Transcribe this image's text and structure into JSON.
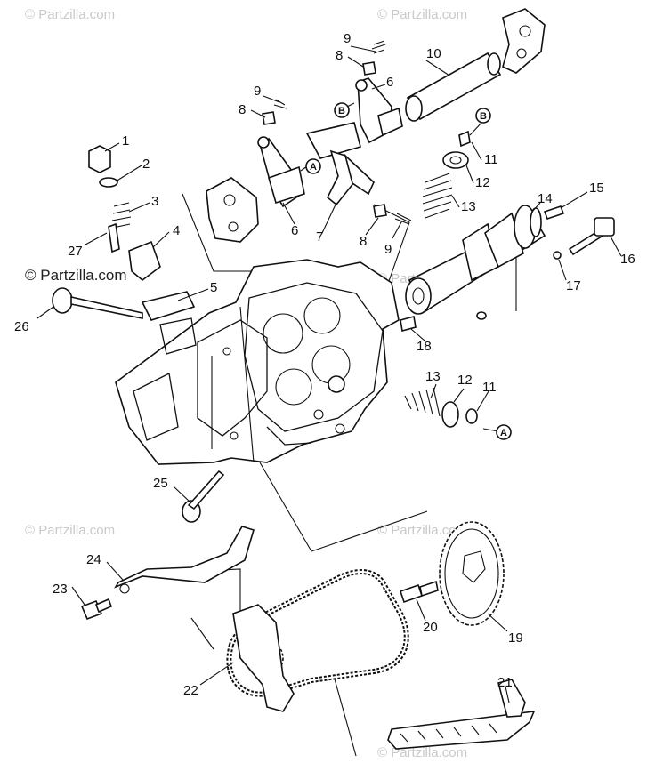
{
  "watermarks": [
    {
      "text": "© Partzilla.com",
      "primary": false
    },
    {
      "text": "© Partzilla.com",
      "primary": false
    },
    {
      "text": "© Partzilla.com",
      "primary": true
    },
    {
      "text": "© Partzilla.com",
      "primary": false
    },
    {
      "text": "© Partzilla.com",
      "primary": false
    },
    {
      "text": "© Partzilla.com",
      "primary": false
    },
    {
      "text": "© Partzilla.com",
      "primary": false
    }
  ],
  "callouts": [
    "A",
    "A",
    "B",
    "B"
  ],
  "labels": [
    "1",
    "2",
    "3",
    "4",
    "5",
    "6",
    "6",
    "7",
    "8",
    "8",
    "8",
    "9",
    "9",
    "9",
    "10",
    "11",
    "11",
    "12",
    "12",
    "13",
    "13",
    "14",
    "15",
    "16",
    "17",
    "18",
    "19",
    "20",
    "21",
    "22",
    "23",
    "24",
    "25",
    "26",
    "27"
  ],
  "colors": {
    "ink": "#111111",
    "watermark": "#c9c9c9",
    "background": "#ffffff"
  }
}
